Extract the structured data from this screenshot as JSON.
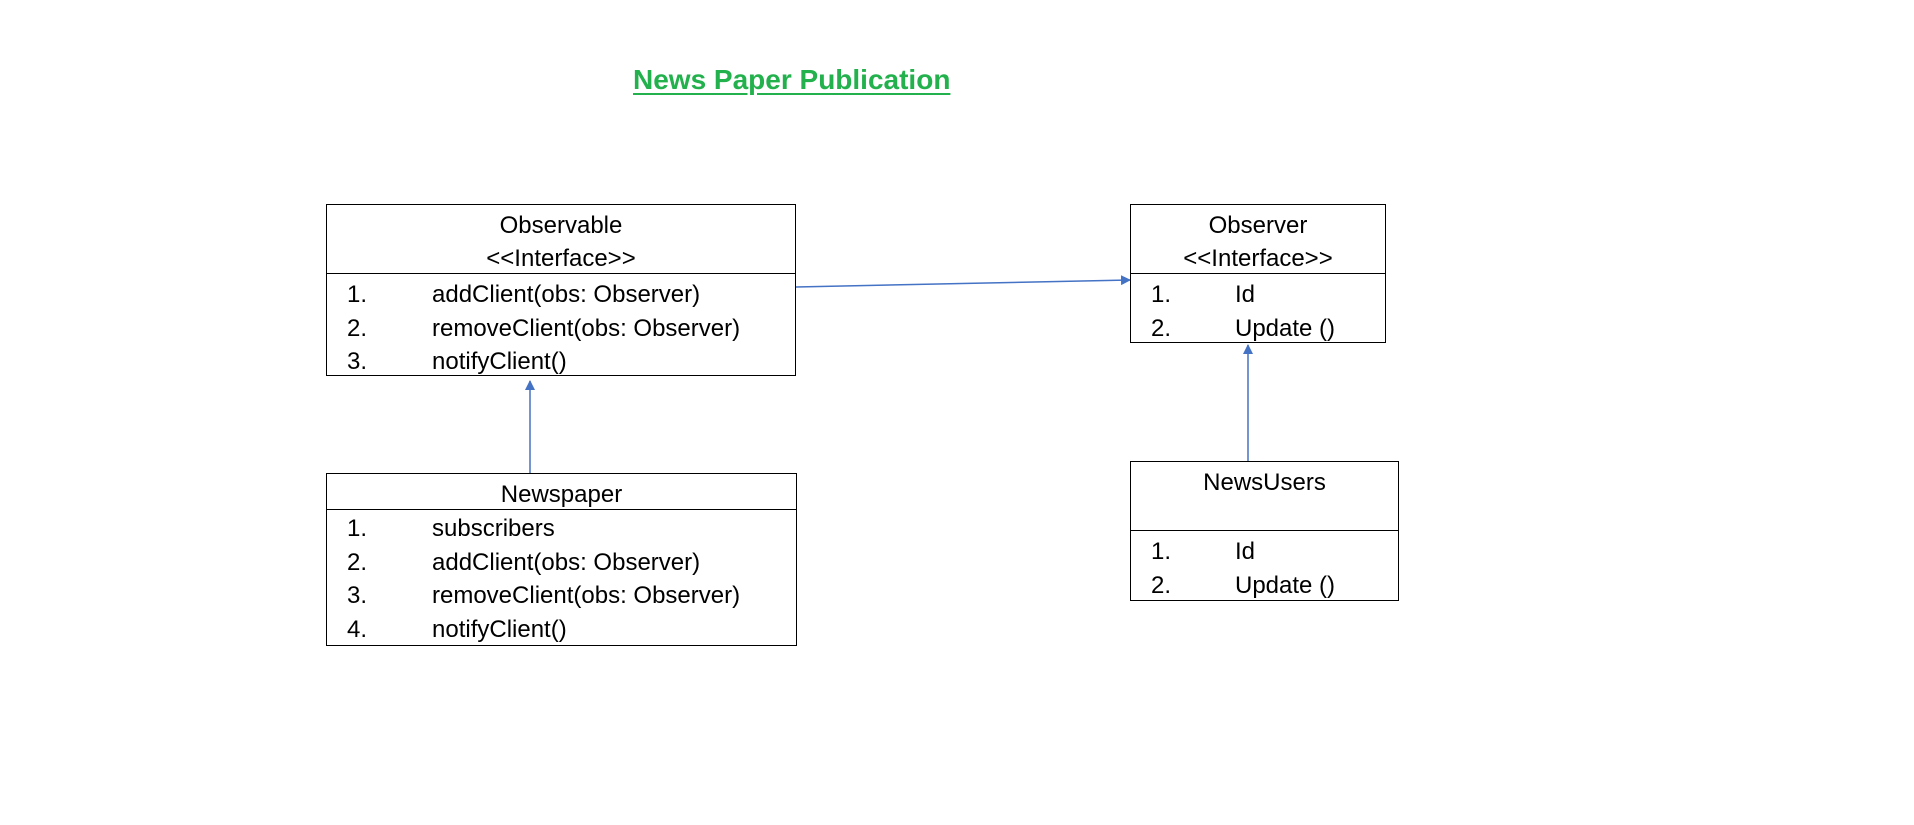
{
  "title": "News Paper Publication",
  "colors": {
    "title": "#22b14c",
    "connector": "#4472c4",
    "border": "#000000"
  },
  "observable": {
    "name": "Observable",
    "stereotype": "<<Interface>>",
    "members": [
      {
        "num": "1.",
        "text": "addClient(obs: Observer)"
      },
      {
        "num": "2.",
        "text": "removeClient(obs: Observer)"
      },
      {
        "num": "3.",
        "text": "notifyClient()"
      }
    ]
  },
  "observer": {
    "name": "Observer",
    "stereotype": "<<Interface>>",
    "members": [
      {
        "num": "1.",
        "text": "Id"
      },
      {
        "num": "2.",
        "text": "Update ()"
      }
    ]
  },
  "newspaper": {
    "name": "Newspaper",
    "members": [
      {
        "num": "1.",
        "text": "subscribers"
      },
      {
        "num": "2.",
        "text": "addClient(obs: Observer)"
      },
      {
        "num": "3.",
        "text": "removeClient(obs: Observer)"
      },
      {
        "num": "4.",
        "text": "notifyClient()"
      }
    ]
  },
  "newsusers": {
    "name": "NewsUsers",
    "members": [
      {
        "num": "1.",
        "text": "Id"
      },
      {
        "num": "2.",
        "text": "Update ()"
      }
    ]
  }
}
